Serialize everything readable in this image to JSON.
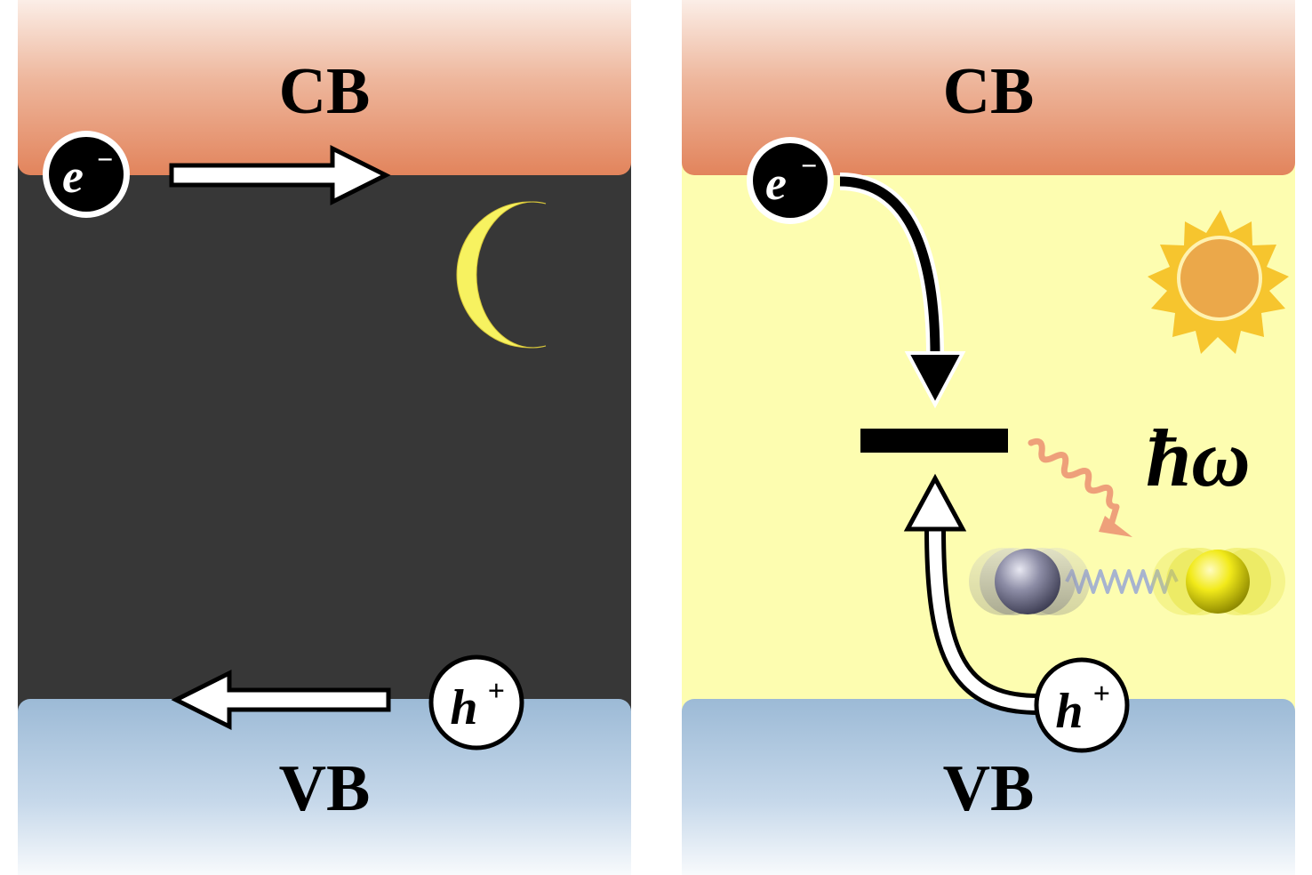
{
  "left_panel": {
    "conduction_band_label": "CB",
    "valence_band_label": "VB",
    "electron_label": "e",
    "electron_charge": "−",
    "hole_label": "h",
    "hole_charge": "+",
    "icon": "moon-icon"
  },
  "right_panel": {
    "conduction_band_label": "CB",
    "valence_band_label": "VB",
    "electron_label": "e",
    "electron_charge": "−",
    "hole_label": "h",
    "hole_charge": "+",
    "energy_label": "ħω",
    "icon": "sun-icon"
  },
  "colors": {
    "dark_background": "#373737",
    "light_background": "#fdfdb0",
    "conduction_band": "#e2845c",
    "valence_band": "#9cbad6",
    "moon": "#f7f260",
    "sun_rays": "#f6c52e",
    "sun_core": "#eba84a",
    "phonon_wave": "#eea07a"
  }
}
